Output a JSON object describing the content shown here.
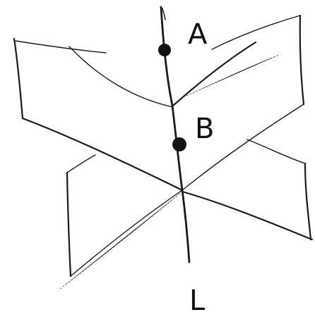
{
  "labels": {
    "point_a": "A",
    "point_b": "B",
    "line_l": "L"
  },
  "colors": {
    "ink": "#1a1a1a",
    "paper": "#ffffff"
  }
}
